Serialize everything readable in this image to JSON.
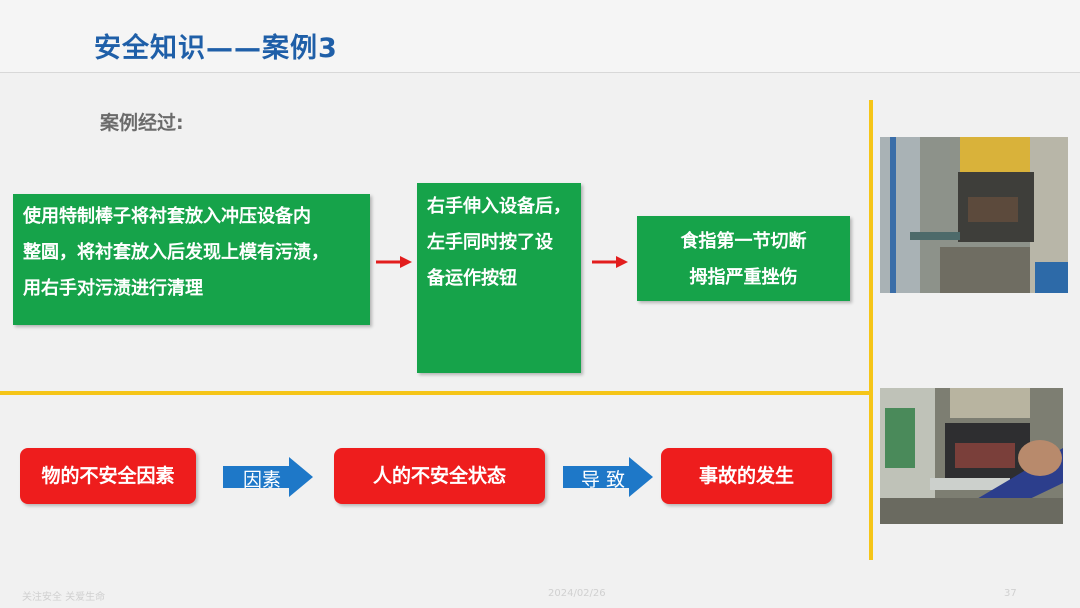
{
  "page_title": "安全知识——案例3",
  "section_label": "案例经过:",
  "steps": [
    {
      "lines": [
        "使用特制棒子将衬套放入冲压设备内",
        "整圆，将衬套放入后发现上模有污渍，",
        "用右手对污渍进行清理"
      ]
    },
    {
      "lines": [
        "右手伸入设备后，",
        "左手同时按了设",
        "备运作按钮"
      ]
    },
    {
      "lines": [
        "食指第一节切断",
        "拇指严重挫伤"
      ]
    }
  ],
  "factors": {
    "item1": "物的不安全因素",
    "arrow1": "因素",
    "item2": "人的不安全状态",
    "arrow2": "导 致",
    "item3": "事故的发生"
  },
  "footer": {
    "left": "关注安全   关爱生命",
    "center": "2024/02/26",
    "right": "37"
  },
  "colors": {
    "green": "#16a34a",
    "red": "#ee1d1d",
    "blue": "#1f5fa8",
    "yellow": "#f5c518"
  }
}
